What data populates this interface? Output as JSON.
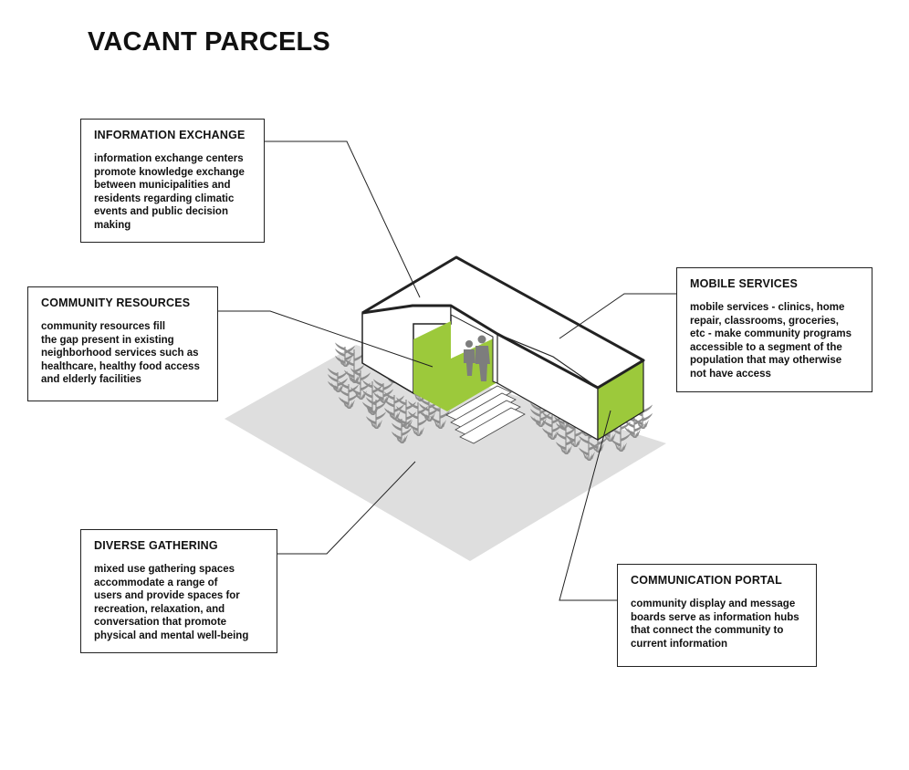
{
  "title": "VACANT PARCELS",
  "colors": {
    "accent_green": "#9cc93b",
    "ground": "#dedede",
    "plant": "#8d8d8d",
    "outline": "#222222"
  },
  "callouts": {
    "information_exchange": {
      "heading": "INFORMATION EXCHANGE",
      "body": "information exchange centers\npromote knowledge exchange\nbetween municipalities and\nresidents regarding climatic\nevents and public decision\nmaking"
    },
    "community_resources": {
      "heading": "COMMUNITY RESOURCES",
      "body": "community resources fill\nthe gap present in existing\nneighborhood services such as\nhealthcare, healthy food access\nand elderly facilities"
    },
    "mobile_services": {
      "heading": "MOBILE SERVICES",
      "body": "mobile services - clinics, home\nrepair, classrooms, groceries,\netc - make community programs\naccessible to a segment of the\npopulation that may otherwise\nnot have access"
    },
    "diverse_gathering": {
      "heading": "DIVERSE GATHERING",
      "body": "mixed use gathering spaces\naccommodate a range of\nusers and provide spaces for\nrecreation, relaxation, and\nconversation that promote\nphysical and mental well-being"
    },
    "communication_portal": {
      "heading": "COMMUNICATION PORTAL",
      "body": "community display and message\nboards serve as information hubs\nthat connect the community to\ncurrent information"
    }
  }
}
